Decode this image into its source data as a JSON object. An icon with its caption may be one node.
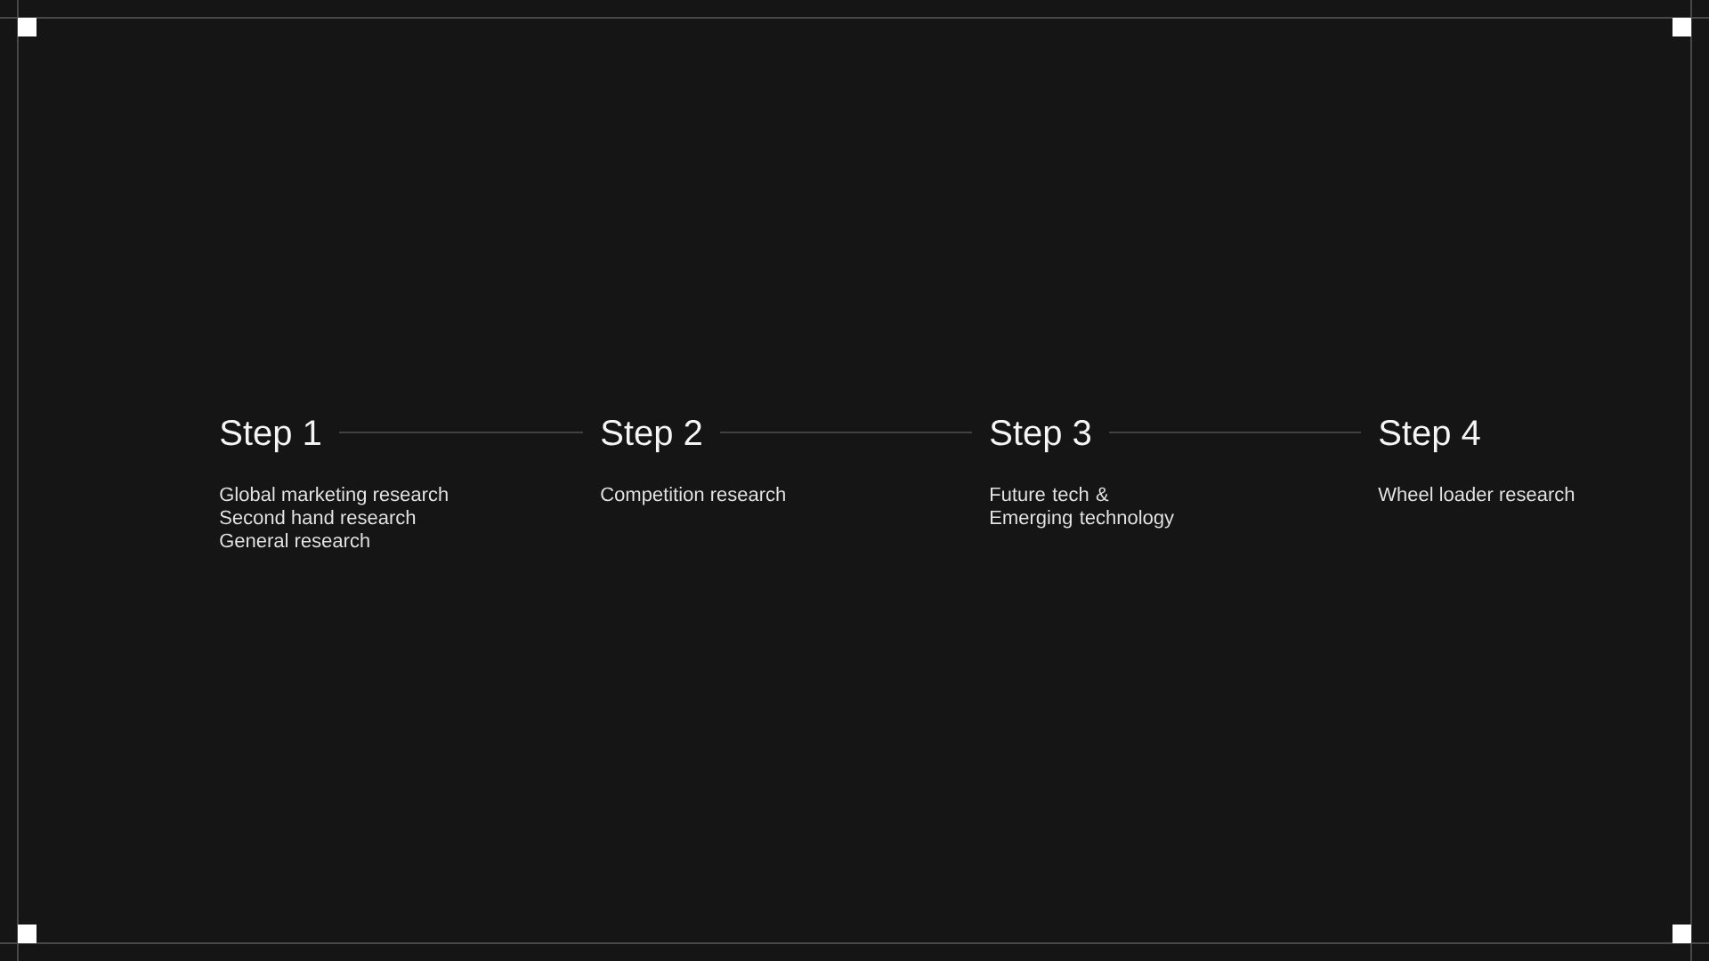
{
  "diagram": {
    "nodes": [
      {
        "text": [
          "Step 1"
        ],
        "beside": [
          "Global marketing research",
          "Second hand research",
          "General research"
        ]
      },
      {
        "text": [
          "Step 2"
        ],
        "beside": [
          "Competition research"
        ]
      },
      {
        "text": [
          "Step 3"
        ],
        "beside": [
          "Future tech & Emerging technology"
        ]
      },
      {
        "text": [
          "Step 4"
        ],
        "beside": [
          "Wheel loader research"
        ]
      }
    ],
    "edges": [
      {
        "from": 0,
        "to": 1,
        "arrow": "none"
      },
      {
        "from": 1,
        "to": 2,
        "arrow": "none"
      },
      {
        "from": 2,
        "to": 3,
        "arrow": "none"
      }
    ]
  }
}
